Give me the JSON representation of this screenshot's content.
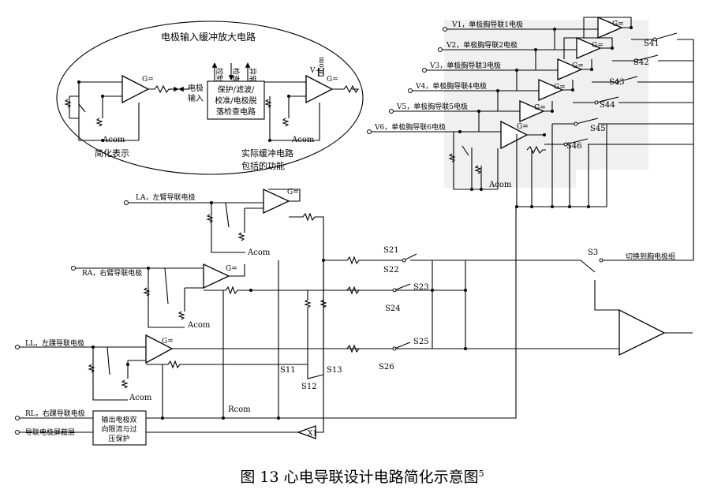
{
  "caption": {
    "text": "图 13 心电导联设计电路简化示意图",
    "sup": "5"
  },
  "inset": {
    "title": "电极输入缓冲放大电路",
    "simplified_label": "简化表示",
    "actual_label": "实际缓冲电路",
    "actual_label2": "包括的功能",
    "electrode_in_1": "电极",
    "electrode_in_2": "输入",
    "protect_1": "保护/滤波/",
    "protect_2": "校准/电极脱",
    "protect_3": "落检查电路",
    "ctrl_1": "控制",
    "ctrl_2": "检查",
    "ctrl_3": "异常",
    "vplus": "V+",
    "dcom": "Dcom",
    "gain1": "G=",
    "gain2": "G=",
    "acom1": "Acom",
    "acom2": "Acom"
  },
  "chest": {
    "inputs": [
      "V1，单极胸导联1电极",
      "V2，单极胸导联2电极",
      "V3，单极胸导联3电极",
      "V4，单极胸导联4电极",
      "V5，单极胸导联5电极",
      "V6，单极胸导联6电极"
    ],
    "switches": [
      "S41",
      "S42",
      "S43",
      "S44",
      "S45",
      "S46"
    ],
    "gain": "G=",
    "acom": "Acom",
    "switch_label": "切换到胸电极组"
  },
  "limbs": {
    "la": "LA，左臂导联电极",
    "ra": "RA，右臂导联电极",
    "ll": "LL，左踝导联电极",
    "rl": "RL，右踝导联电极",
    "shield": "导联电极屏蔽层",
    "gain": "G=",
    "acom": "Acom",
    "rcom": "Rcom",
    "protect_1": "输出电极双",
    "protect_2": "向限流与过",
    "protect_3": "压保护",
    "buffer": "X1"
  },
  "switches": {
    "s21": "S21",
    "s22": "S22",
    "s23": "S23",
    "s24": "S24",
    "s25": "S25",
    "s26": "S26",
    "s3": "S3",
    "s11": "S11",
    "s12": "S12",
    "s13": "S13"
  }
}
